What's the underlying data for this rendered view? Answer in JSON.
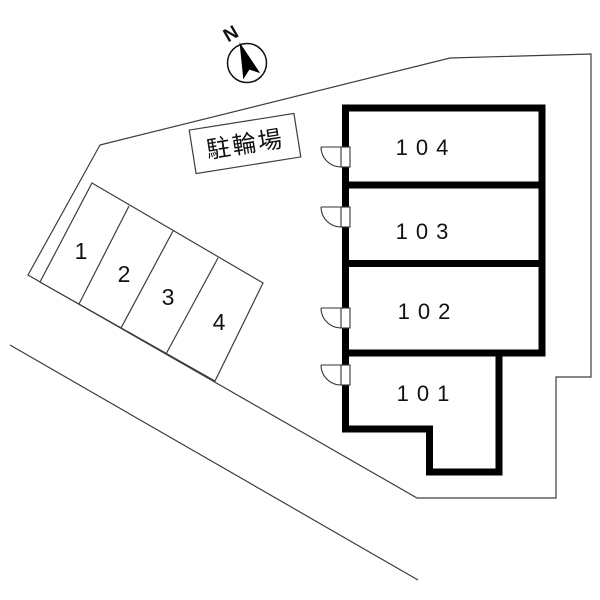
{
  "compass": {
    "label": "N"
  },
  "bike_parking": {
    "label": "駐輪場"
  },
  "parking_spaces": [
    {
      "label": "1"
    },
    {
      "label": "2"
    },
    {
      "label": "3"
    },
    {
      "label": "4"
    }
  ],
  "units": [
    {
      "label": "104"
    },
    {
      "label": "103"
    },
    {
      "label": "102"
    },
    {
      "label": "101"
    }
  ],
  "colors": {
    "background": "#ffffff",
    "line": "#3d3d3d",
    "wall": "#000000",
    "text": "#111111"
  }
}
